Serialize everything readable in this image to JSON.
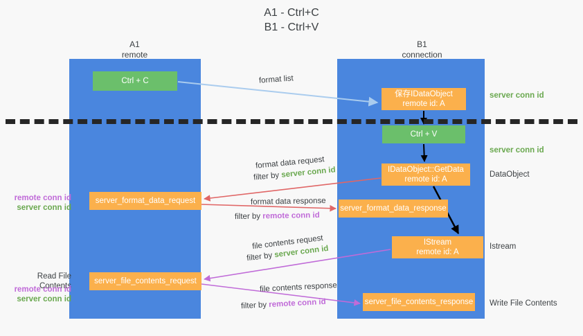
{
  "title": "A1 - Ctrl+C\nB1 - Ctrl+V",
  "title_line1": "A1 - Ctrl+C",
  "title_line2": "B1 - Ctrl+V",
  "lanes": [
    {
      "id": "a1",
      "name": "A1",
      "role": "remote",
      "color": "#4a86de"
    },
    {
      "id": "b1",
      "name": "B1",
      "role": "connection",
      "color": "#4a86de"
    }
  ],
  "nodes": {
    "ctrl_c": {
      "label": "Ctrl + C",
      "color": "#6bbf6b"
    },
    "save_idataobject": {
      "line1": "保存IDataObject",
      "line2": "remote id: A",
      "color": "#fbb04c"
    },
    "ctrl_v": {
      "label": "Ctrl + V",
      "color": "#6bbf6b"
    },
    "getdata": {
      "line1": "IDataObject::GetData",
      "line2": "remote id: A",
      "color": "#fbb04c"
    },
    "format_data_request": {
      "label": "server_format_data_request",
      "color": "#fbb04c"
    },
    "format_data_response": {
      "label": "server_format_data_response",
      "color": "#fbb04c"
    },
    "istream": {
      "line1": "IStream",
      "line2": "remote id: A",
      "color": "#fbb04c"
    },
    "file_contents_request": {
      "label": "server_file_contents_request",
      "color": "#fbb04c"
    },
    "file_contents_response": {
      "label": "server_file_contents_response",
      "color": "#fbb04c"
    }
  },
  "edges": {
    "format_list": {
      "label": "format list",
      "color": "#aaccee"
    },
    "format_data_request": {
      "line1": "format data request",
      "filter_prefix": "filter by ",
      "filter_key": "server conn id",
      "color": "#e06666"
    },
    "format_data_response": {
      "line1": "format data response",
      "filter_prefix": "filter by ",
      "filter_key": "remote conn id",
      "color": "#e06666"
    },
    "file_contents_request": {
      "line1": "file contents request",
      "filter_prefix": "filter by ",
      "filter_key": "server conn id",
      "color": "#c06bd8"
    },
    "file_contents_response": {
      "line1": "file contents response",
      "filter_prefix": "filter by ",
      "filter_key": "remote conn id",
      "color": "#c06bd8"
    }
  },
  "annotations": {
    "server_conn_id": "server conn id",
    "remote_conn_id": "remote conn id",
    "dataobject": "DataObject",
    "istream": "Istream",
    "write_file_contents": "Write File Contents",
    "read_file_contents": "Read File Contents"
  },
  "colors": {
    "lane": "#4a86de",
    "green_node": "#6bbf6b",
    "orange_node": "#fbb04c",
    "server_conn_id": "#6aa84f",
    "remote_conn_id": "#c06bd8",
    "red_arrow": "#e06666",
    "purple_arrow": "#c06bd8",
    "light_blue_arrow": "#aaccee",
    "black_arrow": "#000000",
    "divider": "#262626",
    "background": "#f8f8f8"
  }
}
